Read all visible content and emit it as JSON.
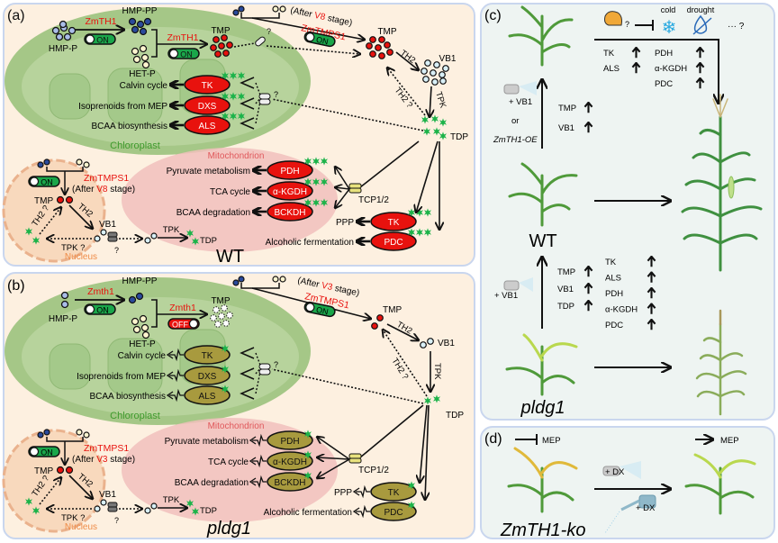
{
  "panels": {
    "a": {
      "label": "(a)",
      "genotype": "WT",
      "compartments": {
        "chloroplast": "Chloroplast",
        "mitochondrion": "Mitochondrion",
        "nucleus": "Nucleus"
      },
      "metabolites": {
        "hmp_p": "HMP-P",
        "hmp_pp": "HMP-PP",
        "het_p": "HET-P",
        "tmp": "TMP",
        "tmp2": "TMP",
        "vb1": "VB1",
        "tdp": "TDP",
        "nuc_tmp": "TMP",
        "nuc_vb1": "VB1",
        "nuc_tdp": "TDP"
      },
      "enzymes_text": {
        "th1_a": "ZmTH1",
        "th1_b": "ZmTH1",
        "tmps": "ZmTMPS1",
        "nuc_tmps": "ZmTMPS1"
      },
      "stage_note": {
        "pre": "(After ",
        "stage": "V8",
        "post": " stage)"
      },
      "switches": {
        "sw1": "ON",
        "sw2": "ON",
        "sw3": "ON",
        "sw4": "ON"
      },
      "transport": {
        "th2": "TH2",
        "tpk": "TPK",
        "th2q": "TH2 ?",
        "tcp": "TCP1/2",
        "q": "?",
        "tpkq": "TPK ?",
        "nuc_th2": "TH2",
        "nuc_th2q": "TH2 ?",
        "nuc_tpk": "TPK"
      },
      "chloro_enzymes": [
        {
          "enzyme": "TK",
          "pathway": "Calvin cycle"
        },
        {
          "enzyme": "DXS",
          "pathway": "Isoprenoids from MEP"
        },
        {
          "enzyme": "ALS",
          "pathway": "BCAA biosynthesis"
        }
      ],
      "mito_enzymes": [
        {
          "enzyme": "PDH",
          "pathway": "Pyruvate metabolism"
        },
        {
          "enzyme": "α-KGDH",
          "pathway": "TCA cycle"
        },
        {
          "enzyme": "BCKDH",
          "pathway": "BCAA degradation"
        }
      ],
      "cyto_enzymes": [
        {
          "enzyme": "TK",
          "pathway": "PPP"
        },
        {
          "enzyme": "PDC",
          "pathway": "Alcoholic fermentation"
        }
      ],
      "enzyme_color": "#e8120e"
    },
    "b": {
      "label": "(b)",
      "genotype": "pldg1",
      "compartments": {
        "chloroplast": "Chloroplast",
        "mitochondrion": "Mitochondrion",
        "nucleus": "Nucleus"
      },
      "metabolites": {
        "hmp_p": "HMP-P",
        "hmp_pp": "HMP-PP",
        "het_p": "HET-P",
        "tmp": "TMP",
        "tmp2": "TMP",
        "vb1": "VB1",
        "tdp": "TDP",
        "nuc_tmp": "TMP",
        "nuc_vb1": "VB1",
        "nuc_tdp": "TDP"
      },
      "enzymes_text": {
        "th1_a": "Zmth1",
        "th1_b": "Zmth1",
        "tmps": "ZmTMPS1",
        "nuc_tmps": "ZmTMPS1"
      },
      "stage_note": {
        "pre": "(After ",
        "stage": "V3",
        "post": " stage)"
      },
      "switches": {
        "sw1": "ON",
        "sw2": "OFF",
        "sw3": "ON",
        "sw4": "ON"
      },
      "transport": {
        "th2": "TH2",
        "tpk": "TPK",
        "th2q": "TH2 ?",
        "tcp": "TCP1/2",
        "q": "?",
        "tpkq": "TPK ?",
        "nuc_th2": "TH2",
        "nuc_th2q": "TH2 ?",
        "nuc_tpk": "TPK"
      },
      "chloro_enzymes": [
        {
          "enzyme": "TK",
          "pathway": "Calvin cycle"
        },
        {
          "enzyme": "DXS",
          "pathway": "Isoprenoids from MEP"
        },
        {
          "enzyme": "ALS",
          "pathway": "BCAA biosynthesis"
        }
      ],
      "mito_enzymes": [
        {
          "enzyme": "PDH",
          "pathway": "Pyruvate metabolism"
        },
        {
          "enzyme": "α-KGDH",
          "pathway": "TCA cycle"
        },
        {
          "enzyme": "BCKDH",
          "pathway": "BCAA degradation"
        }
      ],
      "cyto_enzymes": [
        {
          "enzyme": "TK",
          "pathway": "PPP"
        },
        {
          "enzyme": "PDC",
          "pathway": "Alcoholic fermentation"
        }
      ],
      "enzyme_color": "#a89a3e"
    },
    "c": {
      "label": "(c)",
      "stress": {
        "strength_q": "?",
        "cold": "cold",
        "drought": "drought",
        "more": "··· ?"
      },
      "upper_enzymes_left": [
        "TK",
        "ALS"
      ],
      "upper_enzymes_right": [
        "PDH",
        "α-KGDH",
        "PDC"
      ],
      "treatment_top": {
        "vb1": "+ VB1",
        "or": "or",
        "oe": "ZmTH1-OE"
      },
      "metab_up_top": [
        "TMP",
        "VB1"
      ],
      "wt_label": "WT",
      "treatment_bottom": "+ VB1",
      "metab_up_bottom": [
        "TMP",
        "VB1",
        "TDP"
      ],
      "enz_up_bottom": [
        "TK",
        "ALS",
        "PDH",
        "α-KGDH",
        "PDC"
      ],
      "mutant_label": "pldg1"
    },
    "d": {
      "label": "(d)",
      "mep_left": "MEP",
      "mep_right": "MEP",
      "spray": "+ DX",
      "water": "+ DX",
      "mutant_label": "ZmTH1-ko"
    }
  }
}
